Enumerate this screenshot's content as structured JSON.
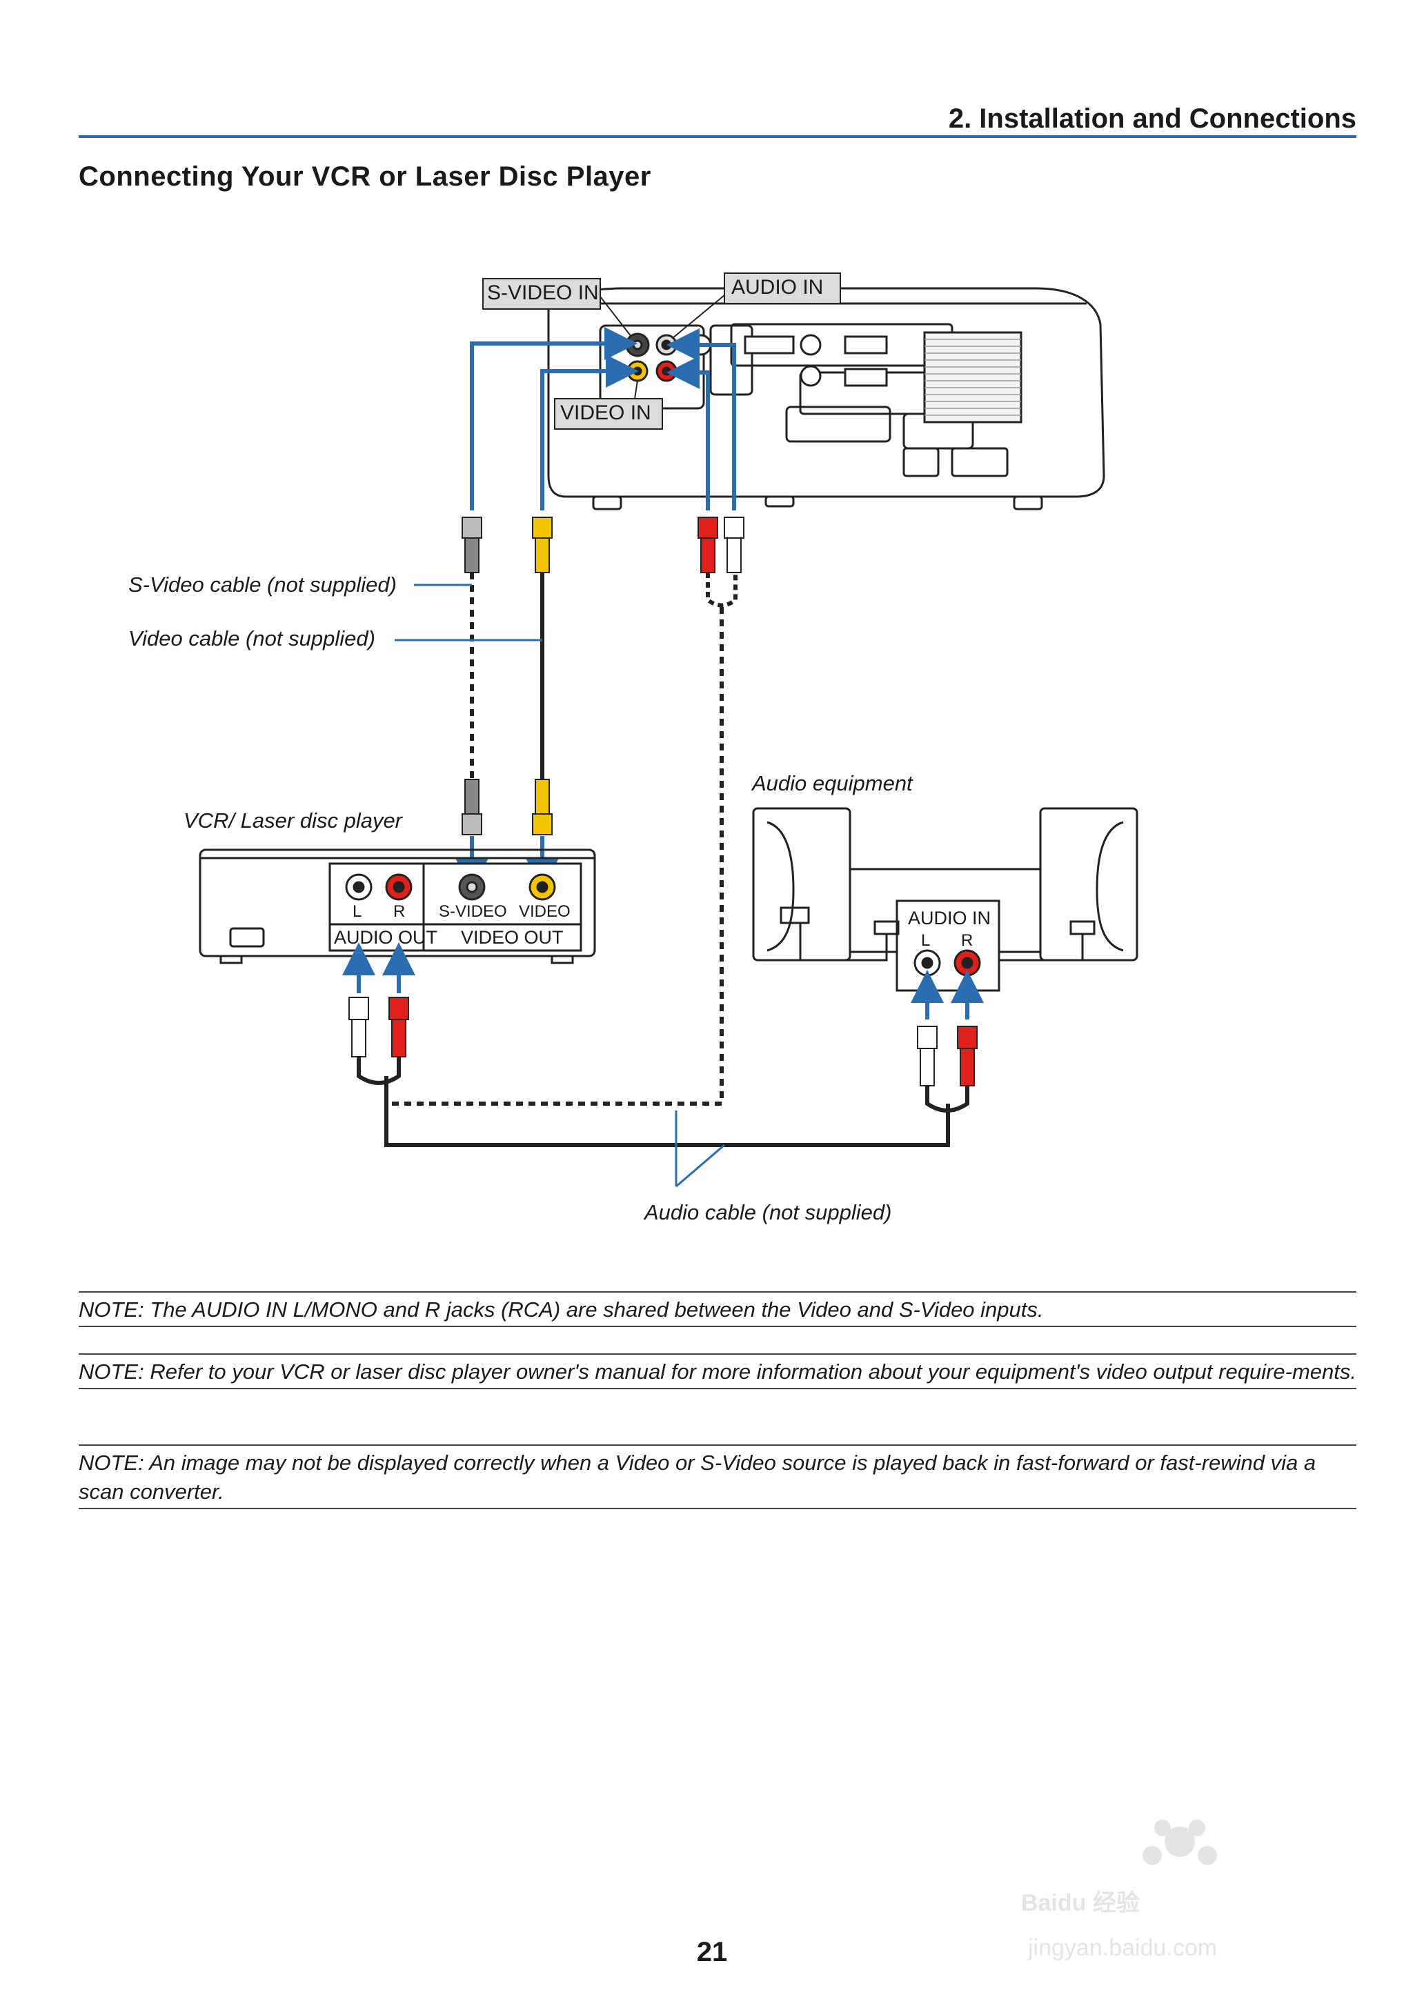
{
  "header": {
    "section_title": "2. Installation and Connections"
  },
  "section": {
    "heading": "Connecting Your VCR or Laser Disc Player"
  },
  "diagram": {
    "projector_labels": {
      "s_video_in": "S-VIDEO IN",
      "audio_in": "AUDIO IN",
      "video_in": "VIDEO IN"
    },
    "cable_labels": {
      "s_video_cable": "S-Video cable (not supplied)",
      "video_cable": "Video cable (not supplied)",
      "audio_cable": "Audio cable (not supplied)"
    },
    "vcr": {
      "title": "VCR/ Laser disc player",
      "jack_l": "L",
      "jack_r": "R",
      "jack_svideo": "S-VIDEO",
      "jack_video": "VIDEO",
      "audio_out": "AUDIO OUT",
      "video_out": "VIDEO OUT"
    },
    "audio_equipment": {
      "title": "Audio equipment",
      "audio_in": "AUDIO IN",
      "jack_l": "L",
      "jack_r": "R"
    },
    "colors": {
      "arrow_blue": "#2a6db0",
      "plug_red": "#e0201b",
      "plug_yellow": "#f5c400",
      "plug_gray": "#9a9a9a"
    }
  },
  "notes": [
    "NOTE: The AUDIO IN L/MONO and R jacks (RCA) are shared between the Video and S-Video inputs.",
    "NOTE: Refer to your VCR or laser disc player owner's manual for more information about your equipment's video output require-ments.",
    "NOTE: An image may not be displayed correctly when a Video or S-Video source is played back in fast-forward or fast-rewind via a scan converter."
  ],
  "page_number": "21",
  "watermark": {
    "line1": "Baidu 经验",
    "line2": "jingyan.baidu.com"
  }
}
